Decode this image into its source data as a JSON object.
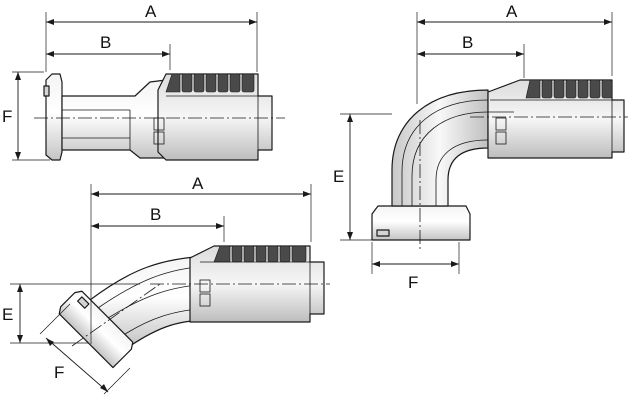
{
  "labels": {
    "a": "A",
    "b": "B",
    "e": "E",
    "f": "F"
  },
  "colors": {
    "metal_light": "#e4e4e4",
    "metal_mid": "#c9c9c9",
    "metal_dark": "#9a9a9a",
    "crimp_teeth": "#4a4a4a",
    "line": "#1a1a1a",
    "background": "#ffffff"
  }
}
